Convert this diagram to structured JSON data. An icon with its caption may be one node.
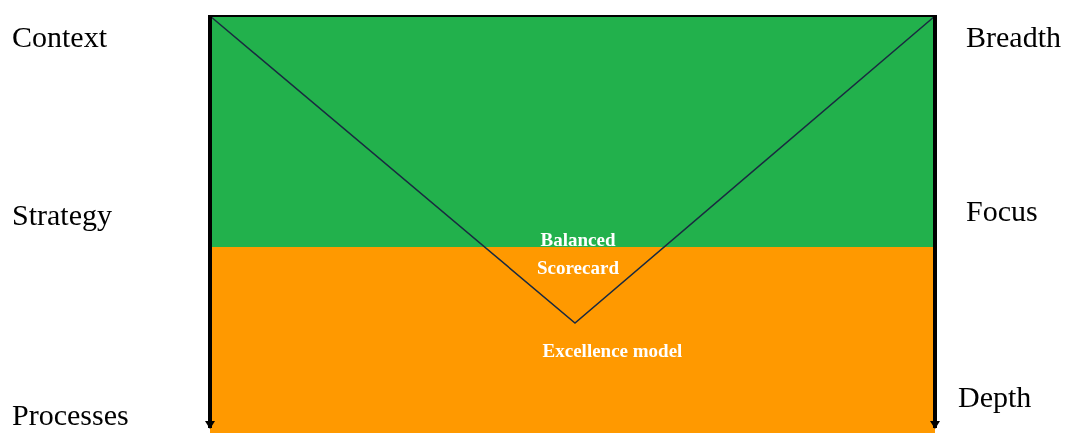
{
  "diagram": {
    "labels": [
      "Context",
      "Breadth",
      "Strategy",
      "Focus",
      "Balanced Scorecard",
      "Excellence model",
      "Processes",
      "Depth"
    ]
  }
}
